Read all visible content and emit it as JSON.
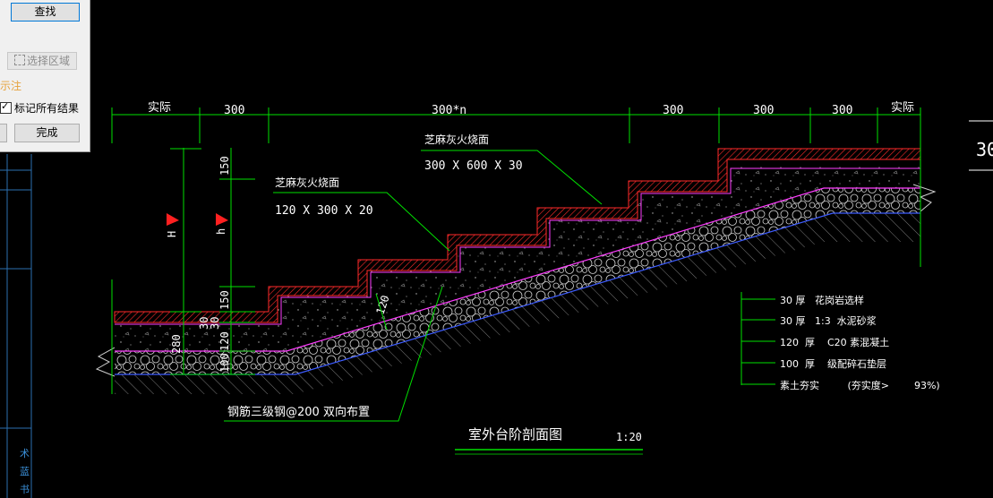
{
  "panel": {
    "find_button": "查找",
    "select_area_button": "选择区域",
    "mark_label": "示注",
    "mark_all_checkbox": "标记所有结果",
    "done_button": "完成"
  },
  "left_edge_text": [
    "术",
    "蓝",
    "书"
  ],
  "right_edge_text": "30",
  "drawing": {
    "dimensions_top": [
      "实际",
      "300",
      "300*n",
      "300",
      "300",
      "300",
      "实际"
    ],
    "dimensions_left": [
      "150",
      "150",
      "30",
      "30",
      "120",
      "280",
      "100"
    ],
    "height_labels": [
      "H",
      "h"
    ],
    "slope_label": "120",
    "callout_upper": {
      "material": "芝麻灰火烧面",
      "size": "300 X 600 X 30"
    },
    "callout_lower": {
      "material": "芝麻灰火烧面",
      "size": "120 X 300 X 20"
    },
    "rebar_note": "钢筋三级钢@200   双向布置",
    "layers": [
      "30 厚   花岗岩选样",
      "30 厚   1:3  水泥砂浆",
      "120  厚    C20 素混凝土",
      "100  厚    级配碎石垫层",
      "素土夯实         (夯实度>        93%)"
    ],
    "title": "室外台阶剖面图",
    "scale": "1:20",
    "colors": {
      "stone": "#ff2a2a",
      "concrete_outline": "#ff3cff",
      "gravel_bottom": "#3d5cff",
      "leader": "#00e000",
      "dimension": "#00e000"
    }
  }
}
